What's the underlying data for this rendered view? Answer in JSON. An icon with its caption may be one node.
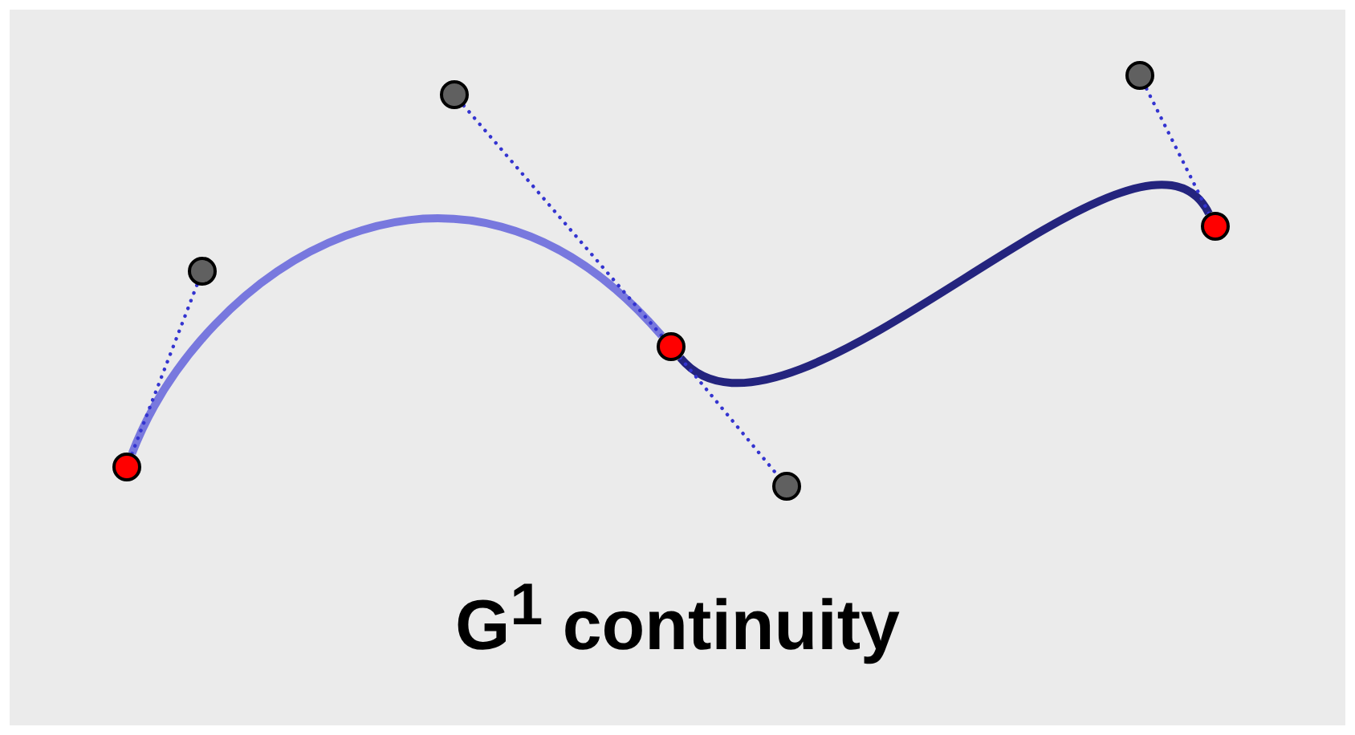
{
  "diagram": {
    "title": "G$^{1}$ continuity",
    "nodes": [
      {
        "text": [],
        "shape": "circle"
      },
      {
        "text": [],
        "shape": "circle"
      },
      {
        "text": [],
        "shape": "circle"
      },
      {
        "text": [],
        "shape": "circle"
      },
      {
        "text": [],
        "shape": "circle"
      },
      {
        "text": [],
        "shape": "circle"
      },
      {
        "text": [],
        "shape": "circle"
      }
    ],
    "edges": [
      {
        "from": 0,
        "to": 3,
        "arrow": "none",
        "style": "thick",
        "color": "#7878de"
      },
      {
        "from": 3,
        "to": 6,
        "arrow": "none",
        "style": "thick",
        "color": "#24247e"
      },
      {
        "from": 0,
        "to": 1,
        "arrow": "none",
        "style": "dashed"
      },
      {
        "from": 2,
        "to": 3,
        "arrow": "none",
        "style": "dashed"
      },
      {
        "from": 3,
        "to": 4,
        "arrow": "none",
        "style": "dashed"
      },
      {
        "from": 6,
        "to": 5,
        "arrow": "none",
        "style": "dashed"
      }
    ]
  }
}
